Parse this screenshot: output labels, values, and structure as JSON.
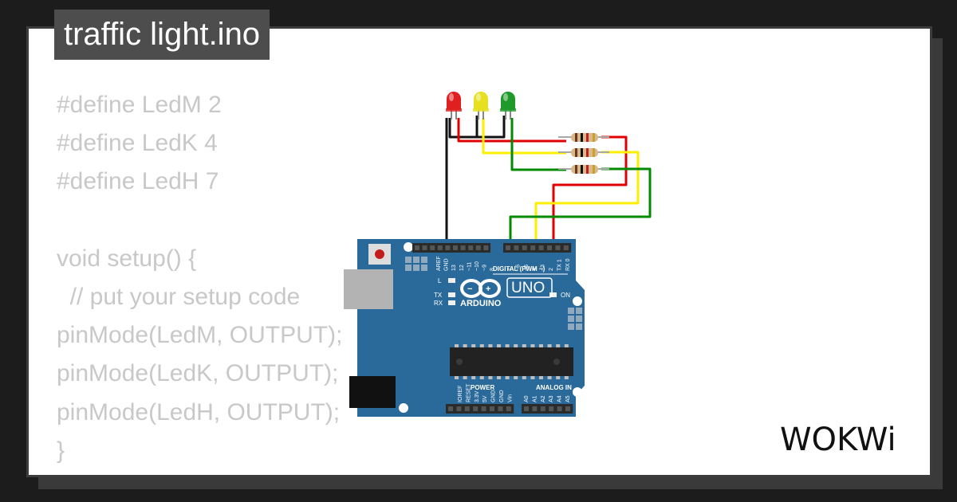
{
  "title": "traffic light.ino",
  "code_lines": [
    "#define LedM 2",
    "#define LedK 4",
    "#define LedH 7",
    "",
    "void setup() {",
    "  // put your setup code",
    "pinMode(LedM, OUTPUT);",
    "pinMode(LedK, OUTPUT);",
    "pinMode(LedH, OUTPUT);",
    "}"
  ],
  "board": {
    "name": "UNO",
    "brand": "ARDUINO",
    "digital_label": "DIGITAL (PWM ~)",
    "power_label": "POWER",
    "analog_label": "ANALOG IN",
    "on_label": "ON",
    "l_label": "L",
    "tx_label": "TX",
    "rx_label": "RX",
    "digital_pins": [
      "AREF",
      "GND",
      "13",
      "12",
      "~11",
      "~10",
      "~9",
      "8",
      "7",
      "~6",
      "~5",
      "4",
      "~3",
      "2",
      "TX 1",
      "RX 0"
    ],
    "power_pins": [
      "IOREF",
      "RESET",
      "3.3V",
      "5V",
      "GND",
      "GND",
      "Vin"
    ],
    "analog_pins": [
      "A0",
      "A1",
      "A2",
      "A3",
      "A4",
      "A5"
    ]
  },
  "leds": [
    {
      "color": "#e02020",
      "name": "red"
    },
    {
      "color": "#e6e020",
      "name": "yellow"
    },
    {
      "color": "#1f9a2a",
      "name": "green"
    }
  ],
  "wire_colors": {
    "red": "#e00000",
    "yellow": "#ffee00",
    "green": "#008a00",
    "black": "#111111"
  },
  "logo": "WOKWi"
}
